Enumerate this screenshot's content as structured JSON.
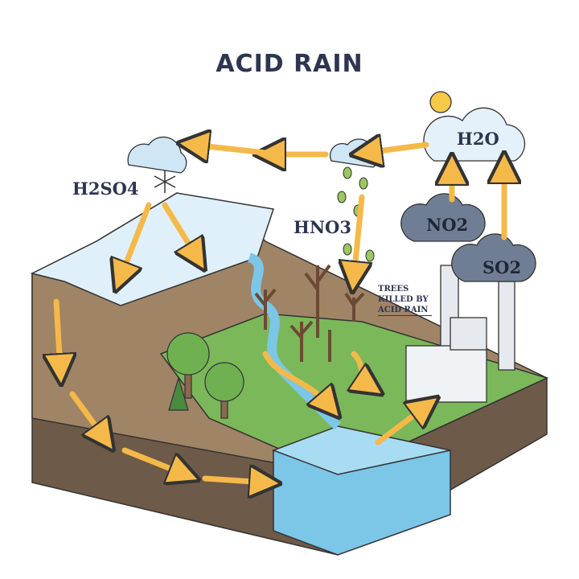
{
  "title": "ACID RAIN",
  "labels": {
    "h2so4": "H2SO4",
    "hno3": "HNO3",
    "h2o": "H2O",
    "no2": "NO2",
    "so2": "SO2",
    "trees_killed": [
      "TREES",
      "KILLED BY",
      "ACID RAIN"
    ]
  },
  "colors": {
    "arrow": "#f5b94a",
    "water": "#7cc6e8",
    "grass": "#7ab85a",
    "soil": "#8a735c",
    "smoke": "#6f7e94",
    "snow": "#dff0fa",
    "text": "#2e3550"
  }
}
